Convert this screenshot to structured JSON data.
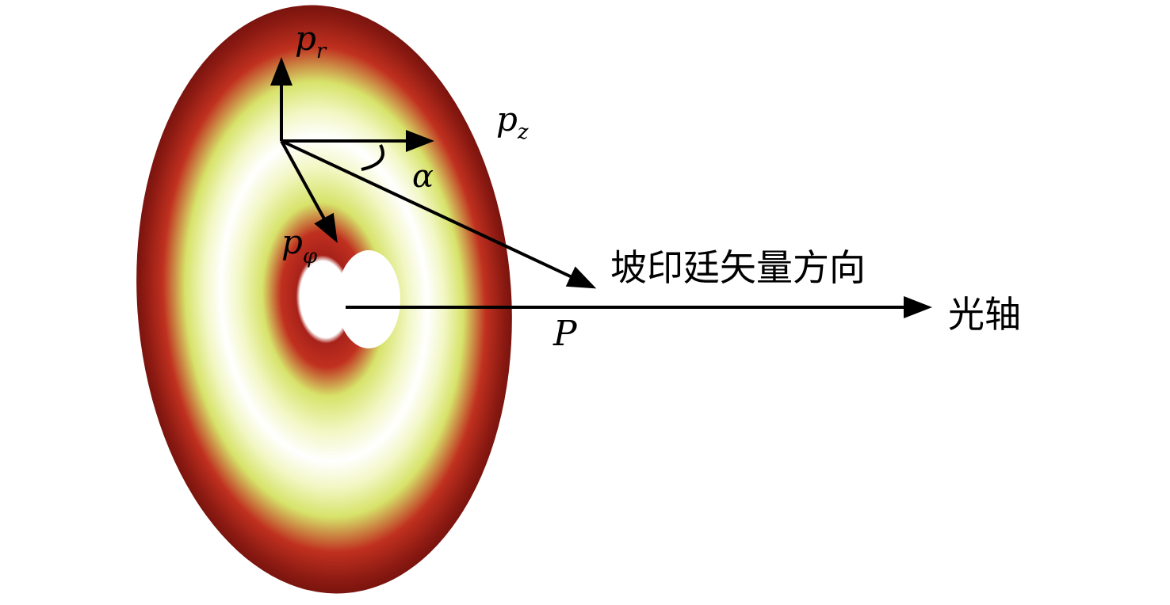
{
  "labels": {
    "p_r_main": "p",
    "p_r_sub": "r",
    "p_z_main": "p",
    "p_z_sub": "z",
    "p_phi_main": "p",
    "p_phi_sub": "φ",
    "alpha": "α",
    "P": "P",
    "poynting": "坡印廷矢量方向",
    "optical_axis": "光轴"
  },
  "colors": {
    "ring_dark": "#8b1a12",
    "ring_red": "#c0301f",
    "ring_yellow": "#d7e36a",
    "ring_light": "#f2f7c4",
    "ring_white": "#ffffff",
    "arrow": "#000000"
  }
}
